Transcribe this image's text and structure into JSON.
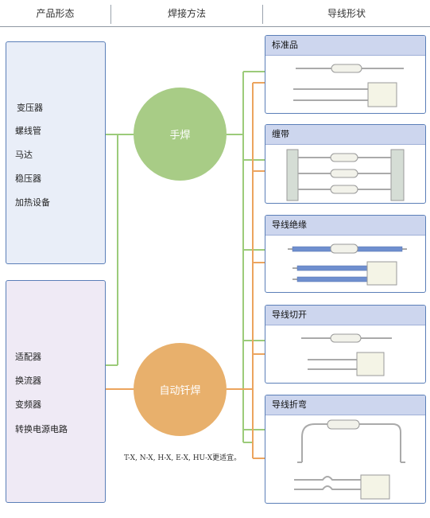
{
  "header": {
    "col1": "产品形态",
    "col2": "焊接方法",
    "col3": "导线形状"
  },
  "products": {
    "group1": [
      "变压器",
      "螺线管",
      "马达",
      "稳压器",
      "加热设备"
    ],
    "group2": [
      "适配器",
      "换流器",
      "变频器",
      "转换电源电路"
    ]
  },
  "methods": {
    "hand": "手焊",
    "auto": "自动钎焊",
    "note": "T-X, N-X, H-X, E-X, HU-X更适宜。"
  },
  "wire_shapes": [
    "标准品",
    "缠带",
    "导线绝缘",
    "导线切开",
    "导线折弯"
  ],
  "colors": {
    "green": "#a8cc86",
    "orange": "#e8b06c",
    "box_border": "#5b7fb8",
    "box_header": "#cdd6ee",
    "product_fill_1": "#e9eef8",
    "product_fill_2": "#efeaf5",
    "line_green": "#9ccb7a",
    "line_orange": "#eca45e"
  }
}
